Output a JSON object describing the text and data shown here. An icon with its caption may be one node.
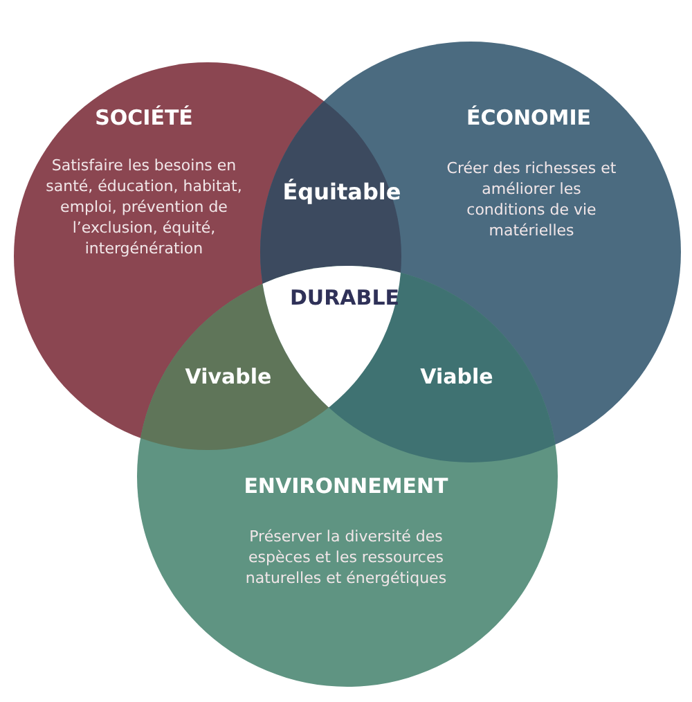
{
  "diagram": {
    "nodes": [
      {
        "text": [
          "SOCIÉTÉ",
          "Satisfaire les besoins en santé, éducation, habitat, emploi, prévention de l’exclusion, équité, intergénération"
        ]
      },
      {
        "text": [
          "Équitable"
        ]
      },
      {
        "text": [
          "ÉCONOMIE",
          "Créer des richesses et améliorer les conditions de vie matérielles"
        ]
      },
      {
        "text": [
          "DURABLE"
        ]
      },
      {
        "text": [
          "Vivable"
        ]
      },
      {
        "text": [
          "Viable"
        ]
      },
      {
        "text": [
          "ENVIRONNEMENT",
          "Préserver la diversité des espèces et les ressources naturelles et énergétiques"
        ]
      }
    ]
  }
}
